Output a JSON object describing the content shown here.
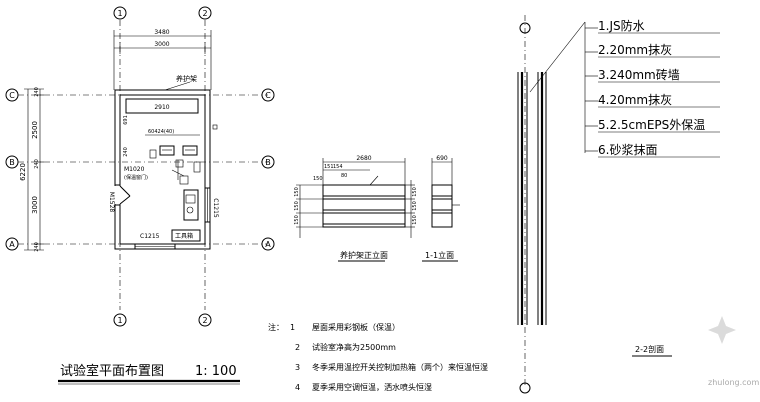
{
  "plan": {
    "title": "试验室平面布置图",
    "scale": "1: 100",
    "axis_labels": {
      "top_left": "①",
      "top_right": "②",
      "bottom_left": "①",
      "bottom_right": "②",
      "left_c": "Ⓒ",
      "left_b": "Ⓑ",
      "left_a": "Ⓐ",
      "right_c": "Ⓒ",
      "right_b": "Ⓑ",
      "right_a": "Ⓐ"
    },
    "dims": {
      "top_outer": "3480",
      "top_inner": "3000",
      "left_total": "6220",
      "left_upper": "2500",
      "left_lower": "3000",
      "left_e1": "240",
      "left_e2": "240",
      "left_e3": "240",
      "inner_691": "691",
      "inner_240": "240",
      "inner_6x24": "60424(40)"
    },
    "labels": {
      "rack": "养护架",
      "rack_dim": "2910",
      "door": "M1020\n(保温窗门)",
      "door_top": "M1020",
      "door_sub": "(保温窗门)",
      "door_vert": "M1528",
      "window_right": "C1215",
      "window_bottom": "C1215",
      "worktable": "工具箱"
    }
  },
  "rack_elev": {
    "title": "养护架正立面",
    "dims": {
      "top": "2680",
      "sub_a": "151",
      "sub_b": "154",
      "sub_c": "80",
      "sub_d": "150",
      "left_a": "150",
      "left_b": "150",
      "left_c": "150",
      "right_a": "150",
      "right_b": "150",
      "right_c": "150"
    }
  },
  "section_11": {
    "title": "1-1立面",
    "dims": {
      "top": "690"
    }
  },
  "section_22": {
    "title": "2-2剖面"
  },
  "wall_layers": [
    "1.JS防水",
    "2.20mm抹灰",
    "3.240mm砖墙",
    "4.20mm抹灰",
    "5.2.5cmEPS外保温",
    "6.砂浆抹面"
  ],
  "notes": {
    "prefix": "注：",
    "items": [
      {
        "num": "1",
        "text": "屋面采用彩钢板（保温）"
      },
      {
        "num": "2",
        "text": "试验室净高为2500mm"
      },
      {
        "num": "3",
        "text": "冬季采用温控开关控制加热箱（两个）来恒温恒湿"
      },
      {
        "num": "4",
        "text": "夏季采用空调恒温，洒水喷头恒湿"
      }
    ]
  },
  "watermark": {
    "text": "zhulong.com"
  }
}
